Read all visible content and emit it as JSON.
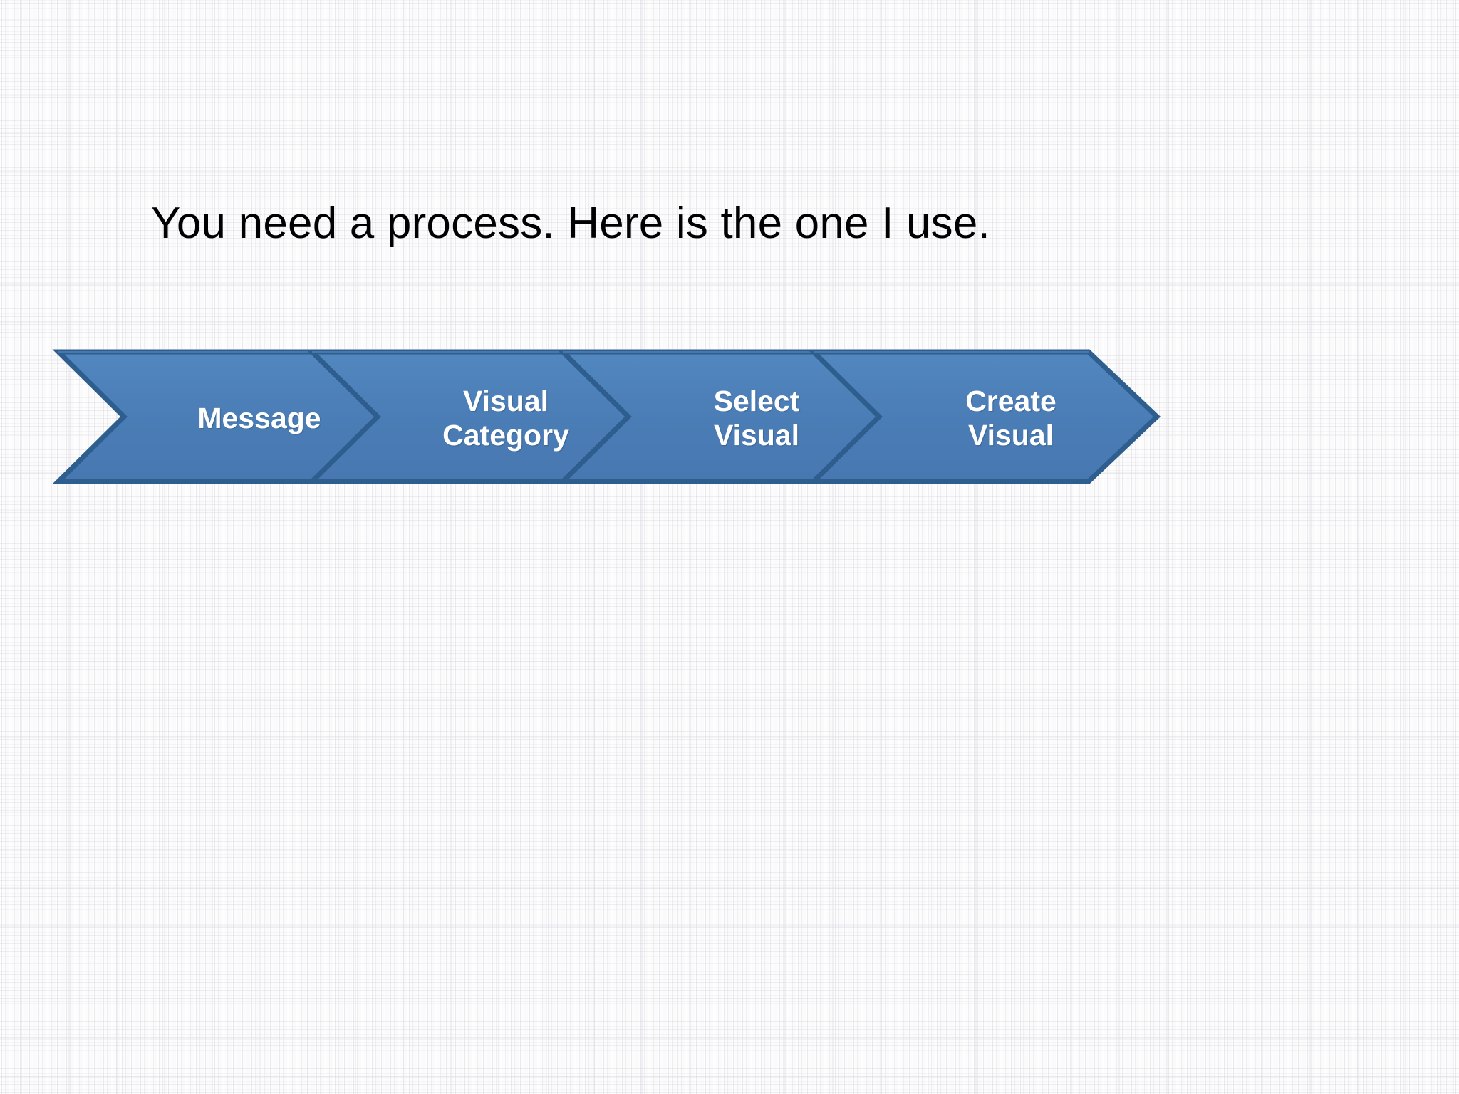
{
  "slide": {
    "title": "You need a process. Here is the one I use.",
    "background_color": "#f4f4f6",
    "title_color": "#000000"
  },
  "process": {
    "accent_fill": "#4a7cb5",
    "accent_border": "#2e5e8e",
    "label_color": "#ffffff",
    "steps": [
      {
        "label": "Message",
        "lines": [
          "Message"
        ],
        "order": 1
      },
      {
        "label": "Visual Category",
        "lines": [
          "Visual",
          "Category"
        ],
        "order": 2
      },
      {
        "label": "Select Visual",
        "lines": [
          "Select",
          "Visual"
        ],
        "order": 3
      },
      {
        "label": "Create Visual",
        "lines": [
          "Create",
          "Visual"
        ],
        "order": 4
      }
    ]
  }
}
